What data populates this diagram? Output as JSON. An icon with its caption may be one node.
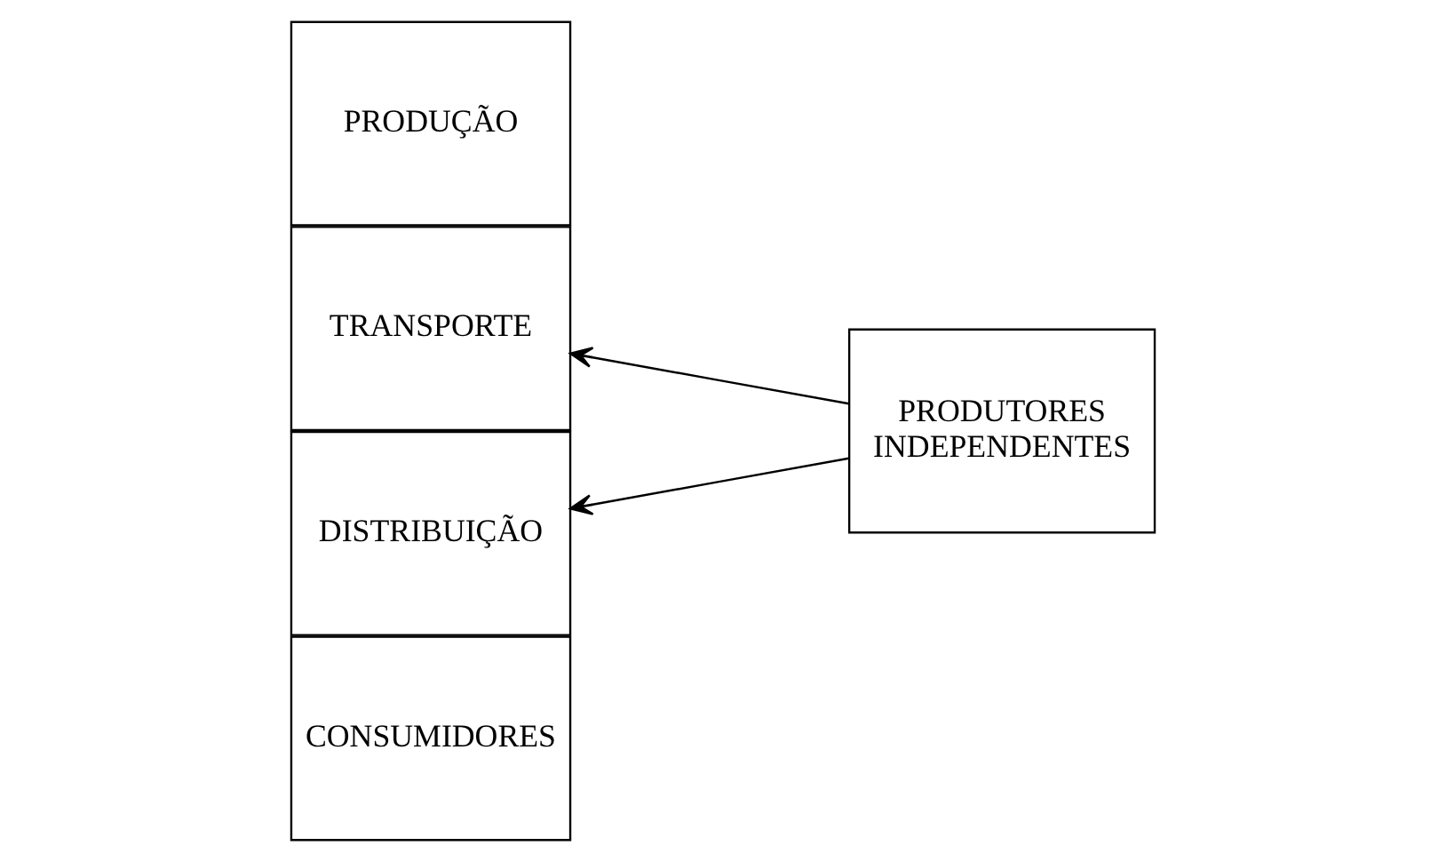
{
  "diagram": {
    "nodes": [
      {
        "text": [
          "PRODUÇÃO"
        ]
      },
      {
        "text": [
          "TRANSPORTE"
        ]
      },
      {
        "text": [
          "DISTRIBUIÇÃO"
        ]
      },
      {
        "text": [
          "CONSUMIDORES"
        ]
      },
      {
        "text": [
          "PRODUTORES INDEPENDENTES"
        ]
      }
    ],
    "edges": [
      {
        "from": 4,
        "to": 1,
        "arrow": "to"
      },
      {
        "from": 4,
        "to": 2,
        "arrow": "to"
      }
    ]
  }
}
